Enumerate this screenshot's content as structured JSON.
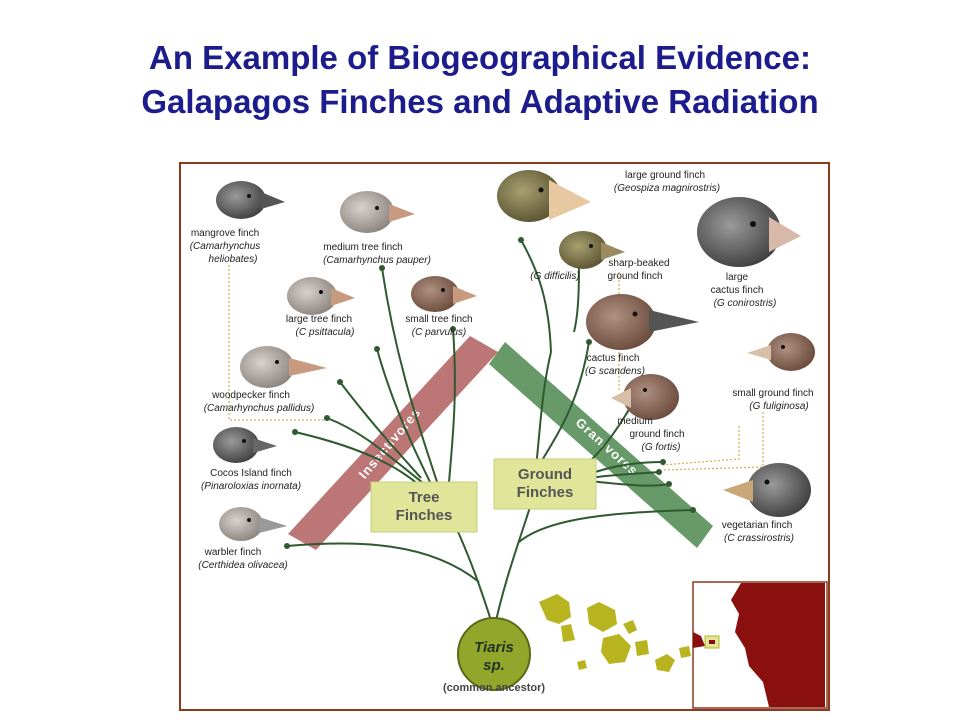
{
  "title": {
    "line1": "An Example of Biogeographical Evidence:",
    "line2": "Galapagos Finches and Adaptive Radiation"
  },
  "colors": {
    "title": "#1c1c8c",
    "branch": "#2f5a2f",
    "insectivore_band": "#b76a6a",
    "granivore_band": "#5f9560",
    "group_box": "#e1e59a",
    "ancestor_circle": "#93a62c",
    "map_land": "#8a1010",
    "island": "#b8b420",
    "frame": "#8b3a1e"
  },
  "groups": {
    "tree": {
      "line1": "Tree",
      "line2": "Finches"
    },
    "ground": {
      "line1": "Ground",
      "line2": "Finches"
    }
  },
  "bands": {
    "insectivores": "Insectivores",
    "granivores": "Granivores"
  },
  "ancestor": {
    "name_line1": "Tiaris",
    "name_line2": "sp.",
    "caption": "(common ancestor)"
  },
  "finches": [
    {
      "name": "mangrove finch",
      "sci1": "(Camarhynchus",
      "sci2": "heliobates)"
    },
    {
      "name": "medium tree finch",
      "sci1": "(Camarhynchus pauper)"
    },
    {
      "name": "large tree finch",
      "sci1": "(C psittacula)"
    },
    {
      "name": "small tree finch",
      "sci1": "(C parvulus)"
    },
    {
      "name": "woodpecker finch",
      "sci1": "(Camarhynchus pallidus)"
    },
    {
      "name": "Cocos Island finch",
      "sci1": "(Pinaroloxias inornata)"
    },
    {
      "name": "warbler finch",
      "sci1": "(Certhidea olivacea)"
    },
    {
      "name": "large ground finch",
      "sci1": "(Geospiza magnirostris)"
    },
    {
      "name": "sharp-beaked",
      "name2": "ground finch",
      "sci1": "(G difficilis)"
    },
    {
      "name": "large",
      "name2": "cactus finch",
      "sci1": "(G conirostris)"
    },
    {
      "name": "cactus finch",
      "sci1": "(G scandens)"
    },
    {
      "name": "medium",
      "name2": "ground finch",
      "sci1": "(G fortis)"
    },
    {
      "name": "small ground finch",
      "sci1": "(G fuliginosa)"
    },
    {
      "name": "vegetarian finch",
      "sci1": "(C crassirostris)"
    }
  ]
}
